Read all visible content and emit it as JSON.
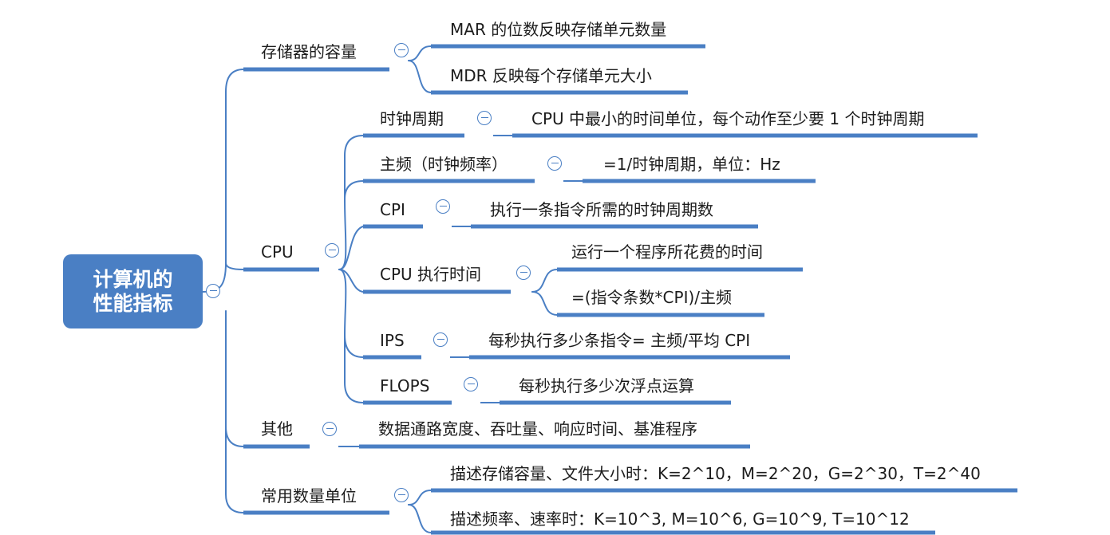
{
  "root": {
    "line1": "计算机的",
    "line2": "性能指标"
  },
  "storage": {
    "label": "存储器的容量",
    "items": [
      "MAR 的位数反映存储单元数量",
      "MDR 反映每个存储单元大小"
    ]
  },
  "cpu": {
    "label": "CPU",
    "clock_cycle": {
      "label": "时钟周期",
      "desc": "CPU 中最小的时间单位，每个动作至少要 1 个时钟周期"
    },
    "main_freq": {
      "label": "主频（时钟频率）",
      "desc": "=1/时钟周期，单位：Hz"
    },
    "cpi": {
      "label": "CPI",
      "desc": "执行一条指令所需的时钟周期数"
    },
    "exec_time": {
      "label": "CPU 执行时间",
      "items": [
        "运行一个程序所花费的时间",
        "=(指令条数*CPI)/主频"
      ]
    },
    "ips": {
      "label": "IPS",
      "desc": "每秒执行多少条指令= 主频/平均 CPI"
    },
    "flops": {
      "label": "FLOPS",
      "desc": "每秒执行多少次浮点运算"
    }
  },
  "other": {
    "label": "其他",
    "desc": "数据通路宽度、吞吐量、响应时间、基准程序"
  },
  "units": {
    "label": "常用数量单位",
    "items": [
      "描述存储容量、文件大小时：K=2^10，M=2^20，G=2^30，T=2^40",
      "描述频率、速率时：K=10^3, M=10^6, G=10^9, T=10^12"
    ]
  },
  "colors": {
    "accent": "#4a7fc4",
    "text": "#1c1c1c"
  }
}
